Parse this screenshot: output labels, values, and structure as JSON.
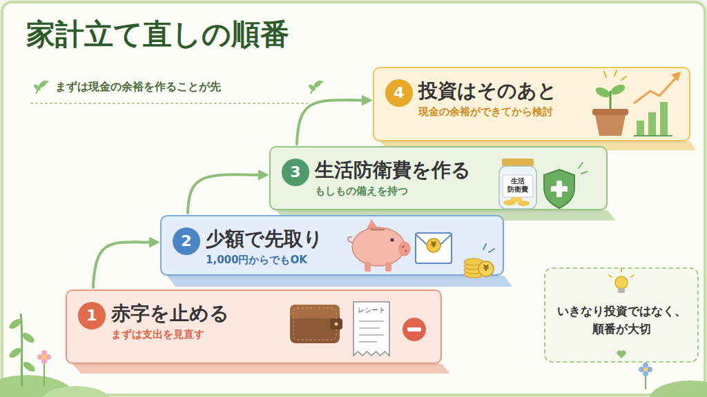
{
  "diagram": {
    "title": "家計立て直しの順番",
    "nodes": [
      {
        "text": [
          "赤字を止める",
          "まずは支出を見直す"
        ]
      },
      {
        "text": [
          "1"
        ],
        "in": 0
      },
      {
        "text": [
          "少額で先取り",
          "1,000円からでもOK"
        ]
      },
      {
        "text": [
          "2"
        ],
        "in": 2
      },
      {
        "text": [
          "生活防衛費を作る",
          "もしもの備えを持つ"
        ]
      },
      {
        "text": [
          "3"
        ],
        "in": 4
      },
      {
        "text": [
          "投資はそのあと",
          "現金の余裕ができてから検討"
        ]
      },
      {
        "text": [
          "4"
        ],
        "in": 6
      },
      {
        "text": [
          "いきなり投資ではなく、 順番が大切"
        ]
      }
    ],
    "edges": [
      {
        "from": 0,
        "to": 2,
        "arrow": "to"
      },
      {
        "from": 2,
        "to": 4,
        "arrow": "to"
      },
      {
        "from": 4,
        "to": 6,
        "arrow": "to"
      }
    ],
    "labels": [
      "まずは現金の余裕を作ることが先",
      "レシート",
      "¥",
      "¥",
      "生活 防衛費"
    ]
  }
}
